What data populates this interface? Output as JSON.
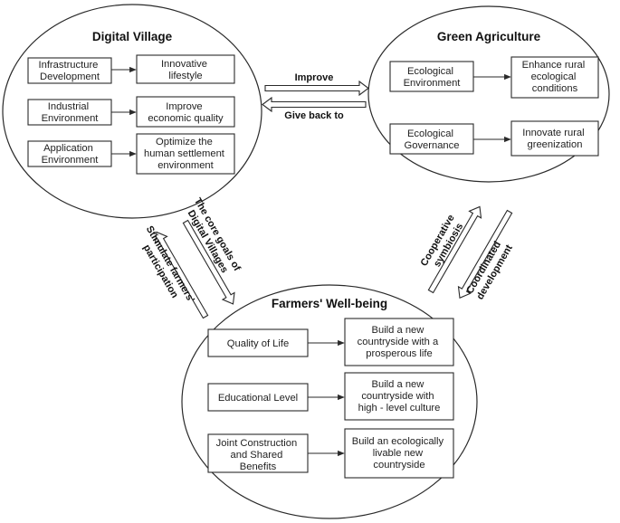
{
  "digital_village": {
    "title": "Digital Village",
    "rows": [
      {
        "left": [
          "Infrastructure",
          "Development"
        ],
        "right": [
          "Innovative",
          "lifestyle"
        ]
      },
      {
        "left": [
          "Industrial",
          "Environment"
        ],
        "right": [
          "Improve",
          "economic quality"
        ]
      },
      {
        "left": [
          "Application",
          "Environment"
        ],
        "right": [
          "Optimize the",
          "human settlement",
          "environment"
        ]
      }
    ]
  },
  "green_agriculture": {
    "title": "Green Agriculture",
    "rows": [
      {
        "left": [
          "Ecological",
          "Environment"
        ],
        "right": [
          "Enhance rural",
          "ecological",
          "conditions"
        ]
      },
      {
        "left": [
          "Ecological",
          "Governance"
        ],
        "right": [
          "Innovate rural",
          "greenization"
        ]
      }
    ]
  },
  "farmers_wellbeing": {
    "title": "Farmers' Well-being",
    "rows": [
      {
        "left": [
          "Quality of Life"
        ],
        "right": [
          "Build a new",
          "countryside with a",
          "prosperous life"
        ]
      },
      {
        "left": [
          "Educational Level"
        ],
        "right": [
          "Build a new",
          "countryside with",
          "high - level culture"
        ]
      },
      {
        "left": [
          "Joint Construction",
          "and Shared",
          "Benefits"
        ],
        "right": [
          "Build an ecologically",
          "livable new",
          "countryside"
        ]
      }
    ]
  },
  "flows": {
    "improve": "Improve",
    "give_back": "Give back to",
    "core_goals": [
      "The core goals of",
      "Digital Villages"
    ],
    "stimulate": [
      "Stimulate farmers'",
      "participation"
    ],
    "cooperative": [
      "Cooperative",
      "symbiosis"
    ],
    "coordinated": [
      "Coordinated",
      "development"
    ]
  }
}
